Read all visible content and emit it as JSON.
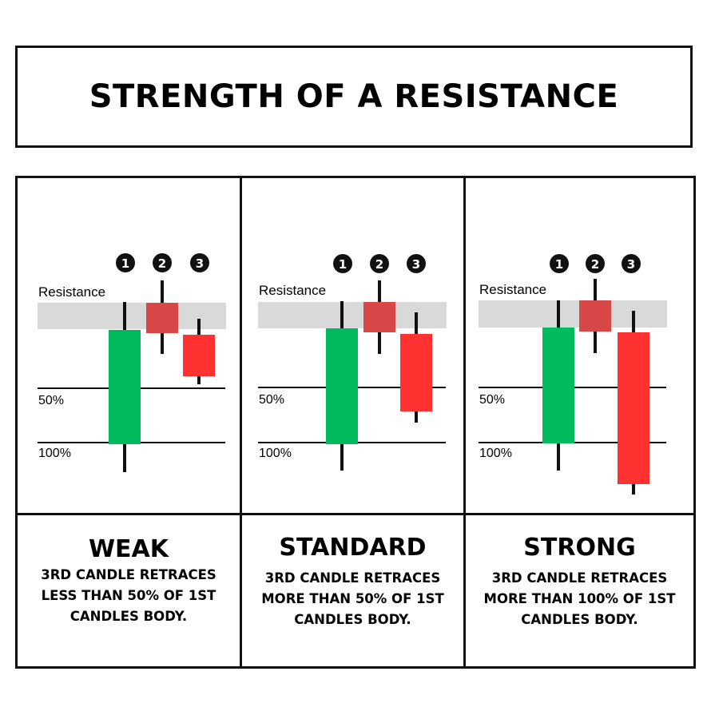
{
  "title": "STRENGTH OF A RESISTANCE",
  "panels": [
    {
      "resistance_label": "Resistance",
      "level_50_label": "50%",
      "level_100_label": "100%",
      "candle_numbers": [
        "1",
        "2",
        "3"
      ],
      "label": "WEAK",
      "description": "3RD CANDLE RETRACES LESS THAN 50% OF 1ST CANDLES BODY."
    },
    {
      "resistance_label": "Resistance",
      "level_50_label": "50%",
      "level_100_label": "100%",
      "candle_numbers": [
        "1",
        "2",
        "3"
      ],
      "label": "STANDARD",
      "description": "3RD CANDLE RETRACES MORE THAN 50% OF 1ST CANDLES BODY."
    },
    {
      "resistance_label": "Resistance",
      "level_50_label": "50%",
      "level_100_label": "100%",
      "candle_numbers": [
        "1",
        "2",
        "3"
      ],
      "label": "STRONG",
      "description": "3RD CANDLE RETRACES MORE THAN 100% OF 1ST CANDLES BODY."
    }
  ],
  "colors": {
    "bullish": "#00BA5E",
    "bearish": "#FF3131",
    "second_candle": "#D94848",
    "resistance_zone": "#D9D9D9",
    "line": "#111111"
  }
}
